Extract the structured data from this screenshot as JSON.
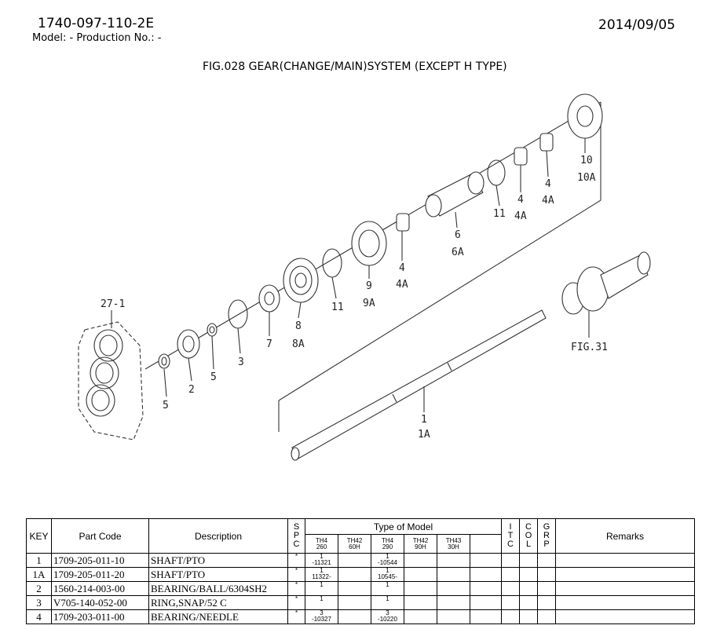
{
  "header": {
    "doc_number": "1740-097-110-2E",
    "model_line": "Model: -  Production No.: -",
    "date": "2014/09/05",
    "figure_title": "FIG.028  GEAR(CHANGE/MAIN)SYSTEM (EXCEPT H TYPE)"
  },
  "diagram": {
    "labels": {
      "l27_1": "27-1",
      "l5a": "5",
      "l2": "2",
      "l5b": "5",
      "l3": "3",
      "l7": "7",
      "l8": "8",
      "l8a": "8A",
      "l11a": "11",
      "l9": "9",
      "l9a": "9A",
      "l4a": "4",
      "l4aa": "4A",
      "l6": "6",
      "l6a": "6A",
      "l11b": "11",
      "l4b": "4",
      "l4ba": "4A",
      "l4c": "4",
      "l4ca": "4A",
      "l10": "10",
      "l10a": "10A",
      "fig31": "FIG.31",
      "l1": "1",
      "l1a": "1A"
    }
  },
  "table": {
    "headers": {
      "key": "KEY",
      "part_code": "Part Code",
      "description": "Description",
      "spc": [
        "S",
        "P",
        "C"
      ],
      "type_of_model": "Type of Model",
      "itc": [
        "I",
        "T",
        "C"
      ],
      "col": [
        "C",
        "O",
        "L"
      ],
      "grp": [
        "G",
        "R",
        "P"
      ],
      "remarks": "Remarks"
    },
    "models": [
      {
        "line1": "TH4",
        "line2": "260"
      },
      {
        "line1": "TH42",
        "line2": "60H"
      },
      {
        "line1": "TH4",
        "line2": "290"
      },
      {
        "line1": "TH42",
        "line2": "90H"
      },
      {
        "line1": "TH43",
        "line2": "30H"
      }
    ],
    "rows": [
      {
        "key": "1",
        "code": "1709-205-011-10",
        "desc": "SHAFT/PTO",
        "spc": "*",
        "m1a": "1",
        "m1b": "-11321",
        "m3a": "1",
        "m3b": "-10544"
      },
      {
        "key": "1A",
        "code": "1709-205-011-20",
        "desc": "SHAFT/PTO",
        "spc": "*",
        "m1a": "1",
        "m1b": "11322-",
        "m3a": "1",
        "m3b": "10545-"
      },
      {
        "key": "2",
        "code": "1560-214-003-00",
        "desc": "BEARING/BALL/6304SH2",
        "spc": "*",
        "m1a": "1",
        "m1b": "",
        "m3a": "1",
        "m3b": ""
      },
      {
        "key": "3",
        "code": "V705-140-052-00",
        "desc": "RING,SNAP/52 C",
        "spc": "*",
        "m1a": "1",
        "m1b": "",
        "m3a": "1",
        "m3b": ""
      },
      {
        "key": "4",
        "code": "1709-203-011-00",
        "desc": "BEARING/NEEDLE",
        "spc": "*",
        "m1a": "3",
        "m1b": "-10327",
        "m3a": "3",
        "m3b": "-10220"
      }
    ]
  }
}
